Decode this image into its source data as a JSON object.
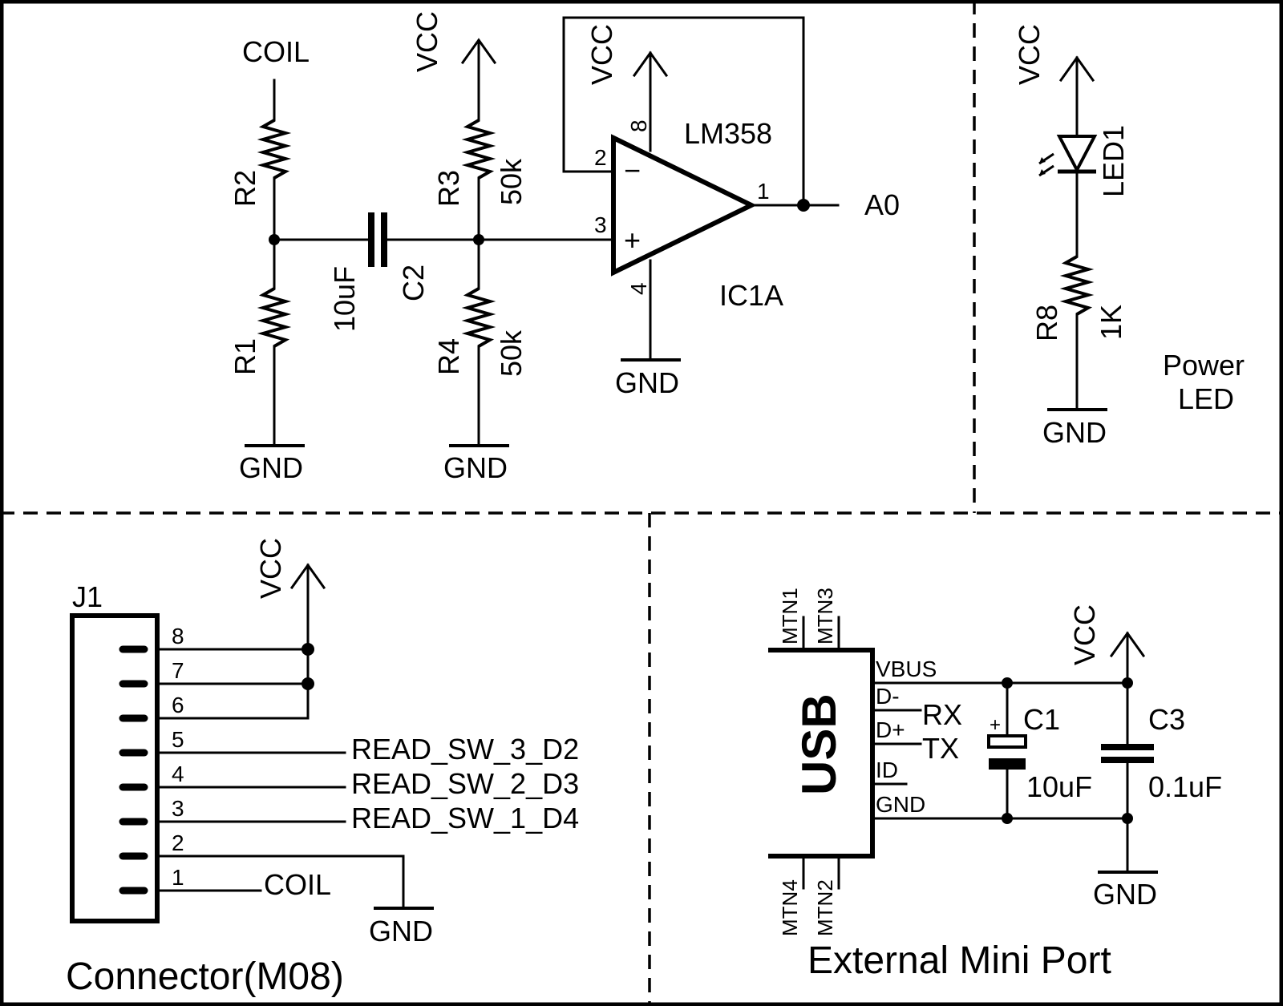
{
  "labels": {
    "vcc": "VCC",
    "gnd": "GND",
    "coil": "COIL",
    "r1": "R1",
    "r2": "R2",
    "r3": "R3",
    "r4": "R4",
    "r8": "R8",
    "r3_val": "50k",
    "r4_val": "50k",
    "r8_val": "1K",
    "c1": "C1",
    "c2": "C2",
    "c3": "C3",
    "c1_val": "10uF",
    "c2_val": "10uF",
    "c3_val": "0.1uF",
    "opamp_part": "LM358",
    "opamp_ref": "IC1A",
    "opamp_out_net": "A0",
    "pin_in_neg": "2",
    "pin_in_pos": "3",
    "pin_out": "1",
    "pin_vcc": "8",
    "pin_gnd": "4",
    "sign_neg": "−",
    "sign_pos": "+",
    "led": "LED1",
    "power_led_line1": "Power",
    "power_led_line2": "LED",
    "connector_ref": "J1",
    "connector_title": "Connector(M08)",
    "conn_pins": [
      "8",
      "7",
      "6",
      "5",
      "4",
      "3",
      "2",
      "1"
    ],
    "sw3": "READ_SW_3_D2",
    "sw2": "READ_SW_2_D3",
    "sw1": "READ_SW_1_D4",
    "usb": "USB",
    "mtn1": "MTN1",
    "mtn2": "MTN2",
    "mtn3": "MTN3",
    "mtn4": "MTN4",
    "vbus": "VBUS",
    "dminus": "D-",
    "dplus": "D+",
    "id": "ID",
    "rx": "RX",
    "tx": "TX",
    "c1_polarity": "+",
    "usb_title": "External Mini Port"
  }
}
